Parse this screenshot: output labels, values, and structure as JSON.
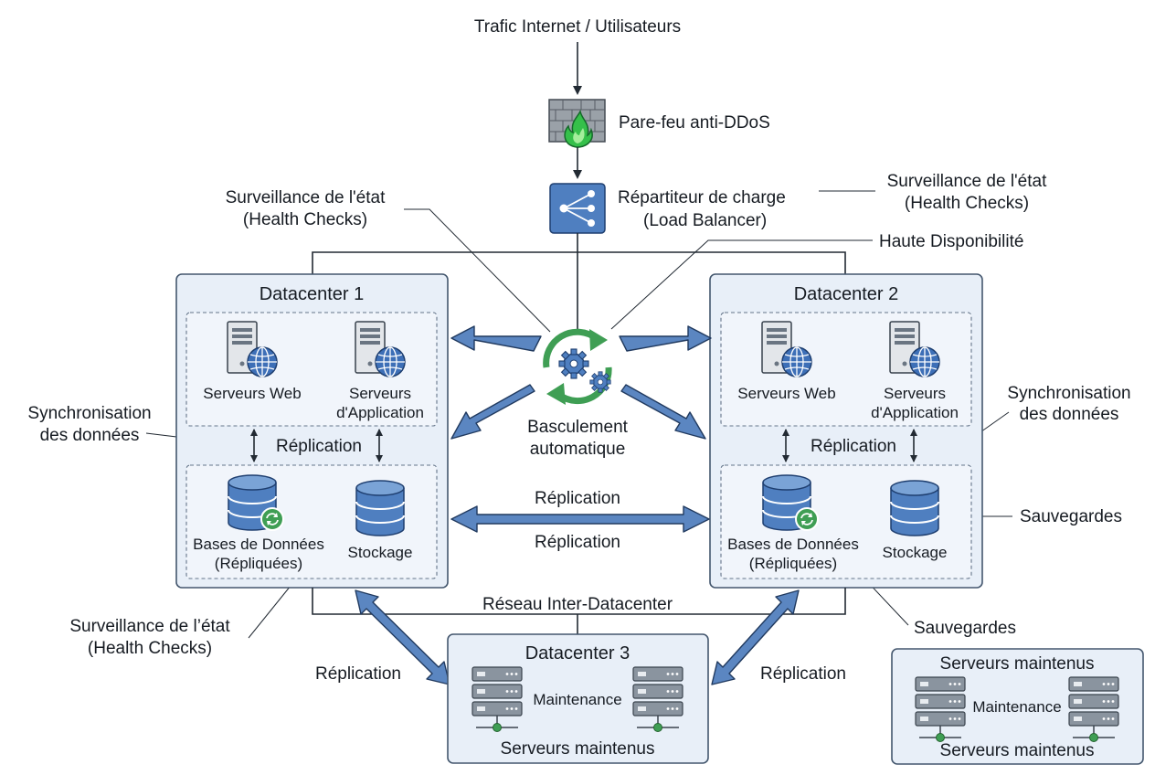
{
  "top": {
    "traffic": "Trafic Internet / Utilisateurs",
    "firewall": "Pare-feu anti-DDoS",
    "lb_line1": "Répartiteur de charge",
    "lb_line2": "(Load Balancer)"
  },
  "callouts": {
    "health_left_1": "Surveillance de l'état",
    "health_left_2": "(Health Checks)",
    "health_right_1": "Surveillance de l'état",
    "health_right_2": "(Health Checks)",
    "health_bottom_1": "Surveillance de l’état",
    "health_bottom_2": "(Health Checks)",
    "ha": "Haute Disponibilité",
    "sync_left_1": "Synchronisation",
    "sync_left_2": "des données",
    "sync_right_1": "Synchronisation",
    "sync_right_2": "des données",
    "backup_right": "Sauvegardes",
    "backup_bottom": "Sauvegardes"
  },
  "failover": {
    "line1": "Basculement",
    "line2": "automatique"
  },
  "dc1": {
    "title": "Datacenter 1",
    "web": "Serveurs Web",
    "app_1": "Serveurs",
    "app_2": "d'Application",
    "replication": "Réplication",
    "db_1": "Bases de Données",
    "db_2": "(Répliquées)",
    "storage": "Stockage"
  },
  "dc2": {
    "title": "Datacenter 2",
    "web": "Serveurs Web",
    "app_1": "Serveurs",
    "app_2": "d'Application",
    "replication": "Réplication",
    "db_1": "Bases de Données",
    "db_2": "(Répliquées)",
    "storage": "Stockage"
  },
  "links": {
    "replication_top": "Réplication",
    "replication_bottom": "Réplication",
    "inter_dc": "Réseau Inter-Datacenter",
    "replication_left": "Réplication",
    "replication_right": "Réplication"
  },
  "dc3": {
    "title": "Datacenter 3",
    "maintenance": "Maintenance",
    "servers": "Serveurs maintenus"
  },
  "maint_box": {
    "title": "Serveurs maintenus",
    "maintenance": "Maintenance",
    "servers": "Serveurs maintenus"
  },
  "colors": {
    "box_fill": "#e8eff8",
    "arrow_blue": "#5b86c1",
    "green": "#3f9e54",
    "flame": "#35c04a"
  }
}
